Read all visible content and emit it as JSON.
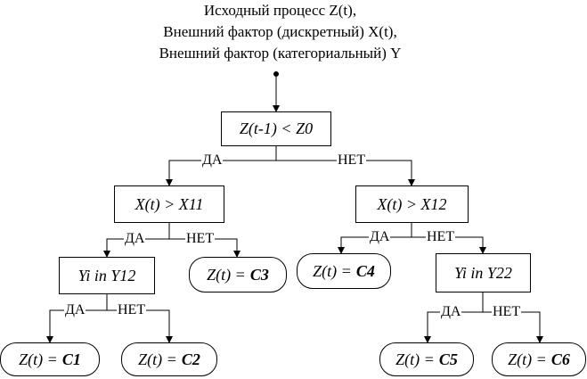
{
  "header": {
    "lines": [
      "Исходный процесс Z(t),",
      "Внешний фактор (дискретный) X(t),",
      "Внешний фактор (категориальный) Y"
    ]
  },
  "nodes": {
    "n1": "Z(t-1) < Z0",
    "n2": "X(t) > X11",
    "n3": "X(t) > X12",
    "n4": "Yi in Y12",
    "n5": "Yi in Y22"
  },
  "leaves": {
    "c1": {
      "prefix": "Z(t) =",
      "value": "C1"
    },
    "c2": {
      "prefix": "Z(t) =",
      "value": "C2"
    },
    "c3": {
      "prefix": "Z(t) =",
      "value": "C3"
    },
    "c4": {
      "prefix": "Z(t) =",
      "value": "C4"
    },
    "c5": {
      "prefix": "Z(t) =",
      "value": "C5"
    },
    "c6": {
      "prefix": "Z(t) =",
      "value": "C6"
    }
  },
  "branch_labels": {
    "yes": "ДА",
    "no": "НЕТ"
  }
}
